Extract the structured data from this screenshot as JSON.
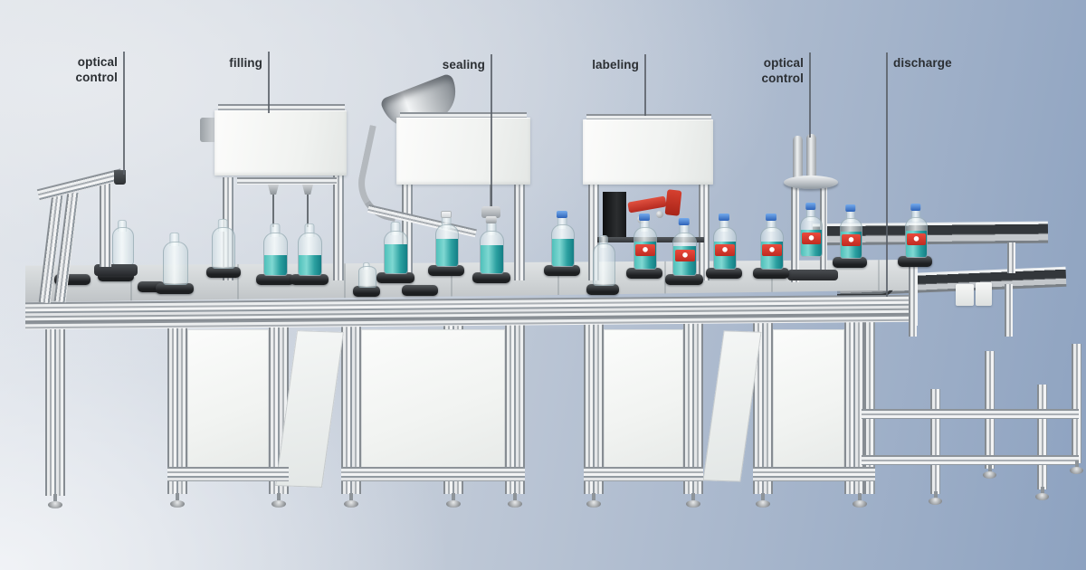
{
  "annotations": [
    {
      "id": "optical-control-in",
      "label": "optical control"
    },
    {
      "id": "filling",
      "label": "filling"
    },
    {
      "id": "sealing",
      "label": "sealing"
    },
    {
      "id": "labeling",
      "label": "labeling"
    },
    {
      "id": "optical-control-out",
      "label": "optical control"
    },
    {
      "id": "discharge",
      "label": "discharge"
    }
  ],
  "colors": {
    "background_light": "#e3e7ed",
    "background_blue": "#8ba0bf",
    "liquid_teal": "#2ba5a4",
    "label_red": "#d8372c",
    "cap_blue": "#2e62b8",
    "housing_white": "#f3f4f2",
    "aluminum": "#c6cacd",
    "leader_line": "#5a6068",
    "annotation_text": "#2b2f33"
  }
}
